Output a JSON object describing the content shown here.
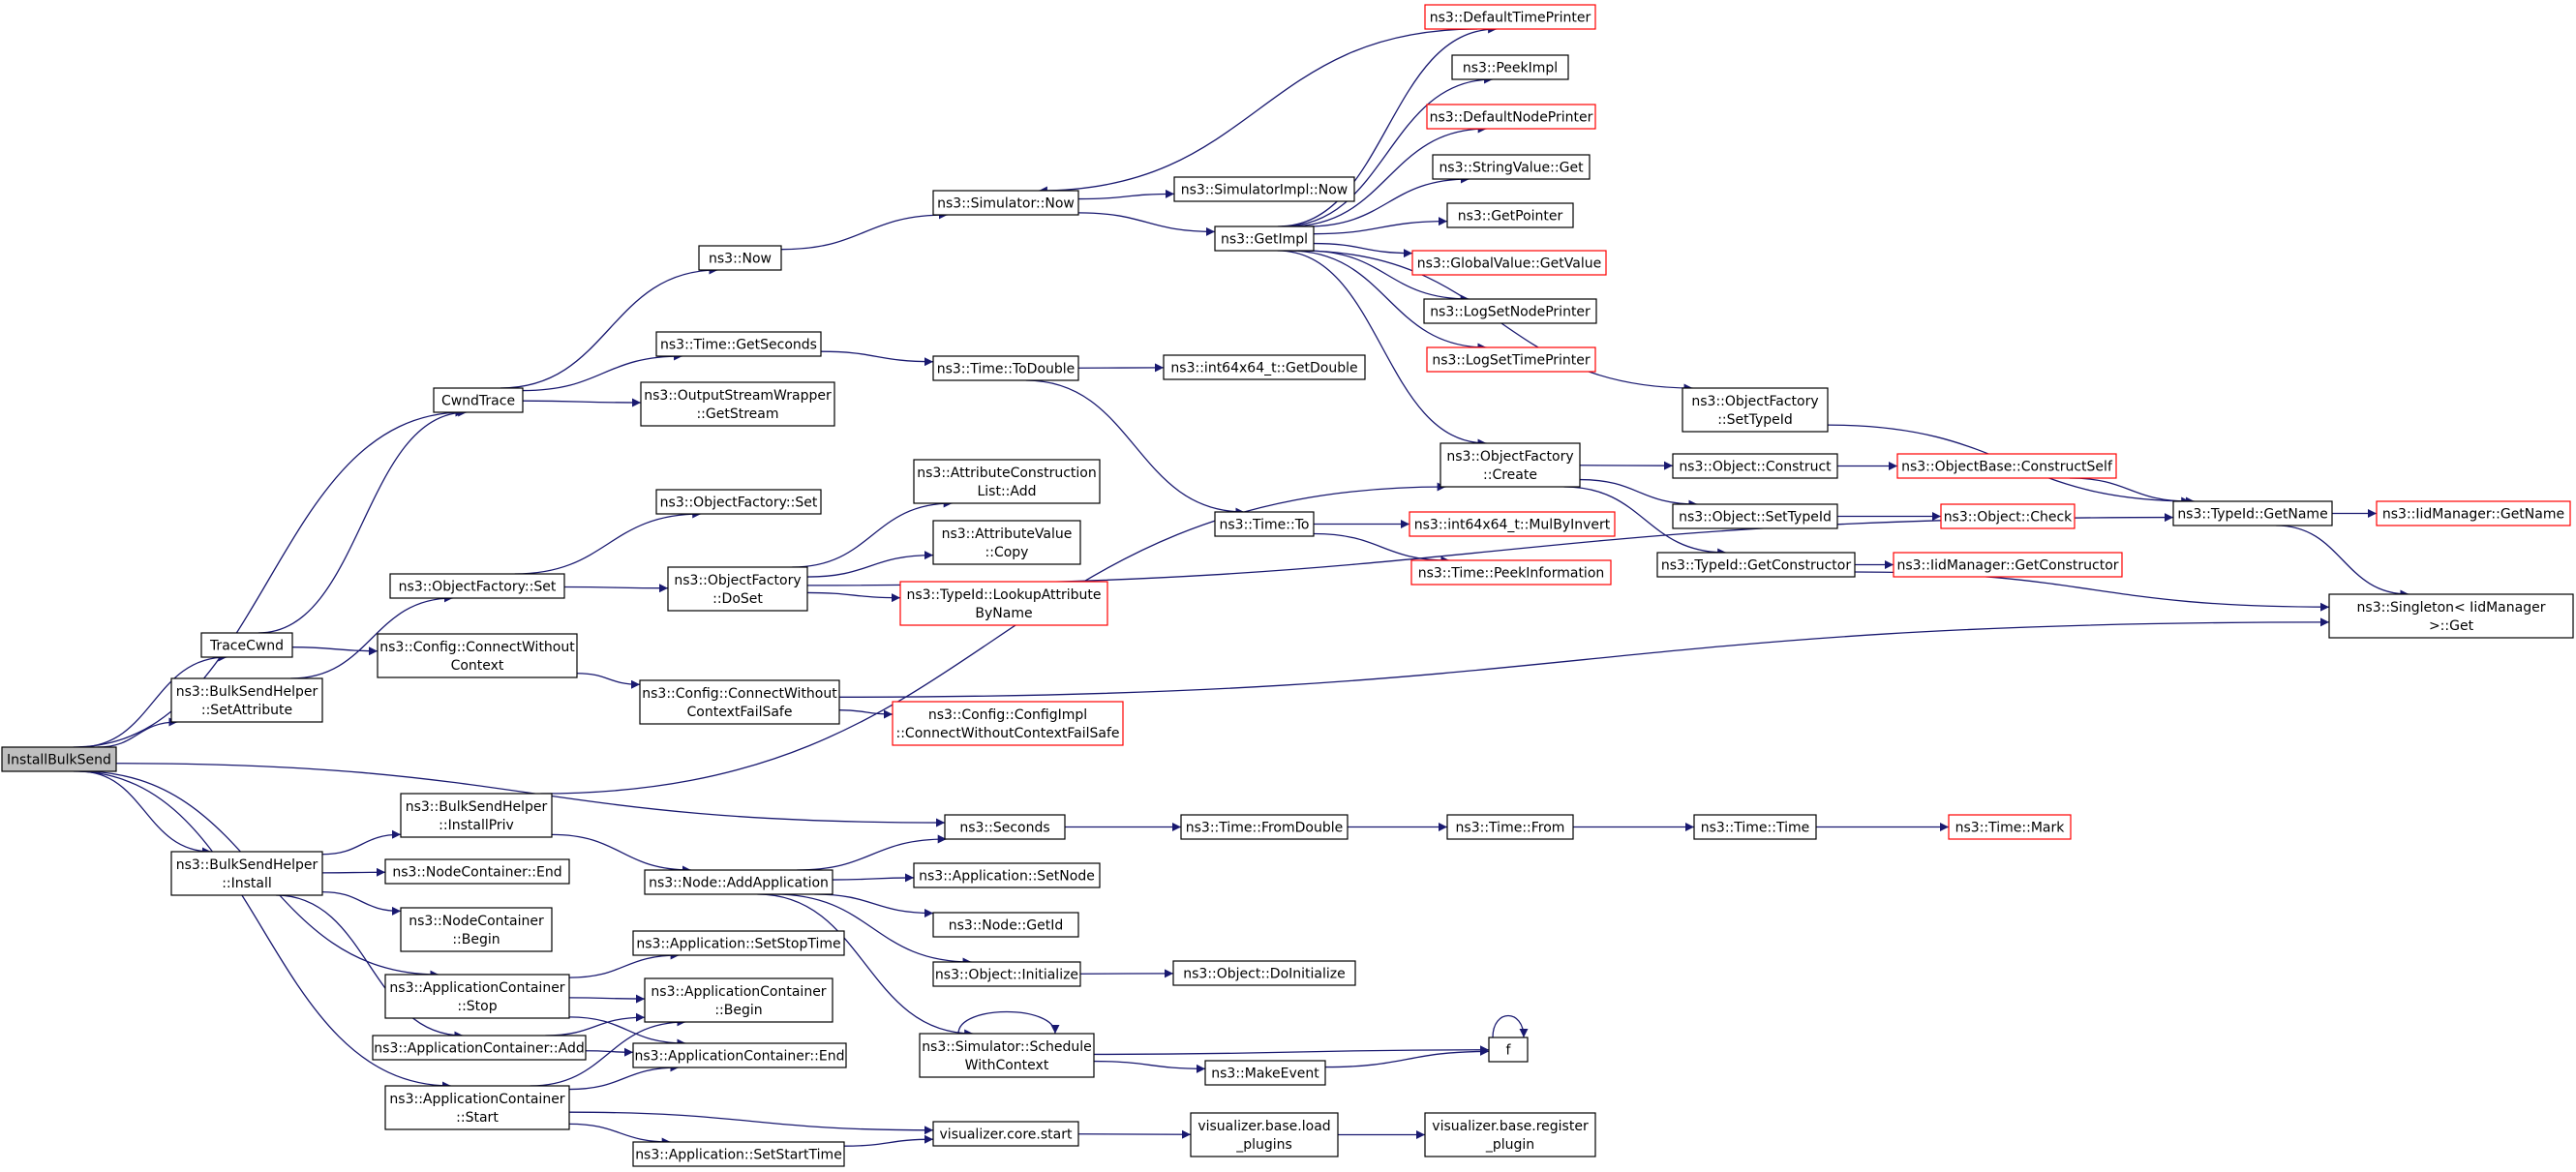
{
  "colors": {
    "edge": "#191970",
    "node_border": "#000000",
    "node_border_truncated": "#ff0000",
    "root_fill": "#bfbfbf",
    "node_fill": "#ffffff",
    "text": "#000000"
  },
  "nodes": [
    {
      "id": "installbulksend",
      "lines": [
        "InstallBulkSend"
      ],
      "style": "root"
    },
    {
      "id": "cwndtrace",
      "lines": [
        "CwndTrace"
      ]
    },
    {
      "id": "tracecwnd",
      "lines": [
        "TraceCwnd"
      ]
    },
    {
      "id": "bshelper-setattr",
      "lines": [
        "ns3::BulkSendHelper",
        "::SetAttribute"
      ]
    },
    {
      "id": "bshelper-install",
      "lines": [
        "ns3::BulkSendHelper",
        "::Install"
      ]
    },
    {
      "id": "appcont-stop",
      "lines": [
        "ns3::ApplicationContainer",
        "::Stop"
      ]
    },
    {
      "id": "appcont-add",
      "lines": [
        "ns3::ApplicationContainer::Add"
      ]
    },
    {
      "id": "appcont-start",
      "lines": [
        "ns3::ApplicationContainer",
        "::Start"
      ]
    },
    {
      "id": "ns3-now",
      "lines": [
        "ns3::Now"
      ]
    },
    {
      "id": "time-getseconds",
      "lines": [
        "ns3::Time::GetSeconds"
      ]
    },
    {
      "id": "osw-getstream",
      "lines": [
        "ns3::OutputStreamWrapper",
        "::GetStream"
      ]
    },
    {
      "id": "of-set-1",
      "lines": [
        "ns3::ObjectFactory::Set"
      ]
    },
    {
      "id": "of-set-2",
      "lines": [
        "ns3::ObjectFactory::Set"
      ]
    },
    {
      "id": "config-cwc",
      "lines": [
        "ns3::Config::ConnectWithout",
        "Context"
      ]
    },
    {
      "id": "bshelper-installpriv",
      "lines": [
        "ns3::BulkSendHelper",
        "::InstallPriv"
      ]
    },
    {
      "id": "nc-end",
      "lines": [
        "ns3::NodeContainer::End"
      ]
    },
    {
      "id": "nc-begin",
      "lines": [
        "ns3::NodeContainer",
        "::Begin"
      ]
    },
    {
      "id": "app-setstoptime",
      "lines": [
        "ns3::Application::SetStopTime"
      ]
    },
    {
      "id": "appcont-begin",
      "lines": [
        "ns3::ApplicationContainer",
        "::Begin"
      ]
    },
    {
      "id": "appcont-end",
      "lines": [
        "ns3::ApplicationContainer::End"
      ]
    },
    {
      "id": "app-setstarttime",
      "lines": [
        "ns3::Application::SetStartTime"
      ]
    },
    {
      "id": "sim-now",
      "lines": [
        "ns3::Simulator::Now"
      ]
    },
    {
      "id": "time-todouble",
      "lines": [
        "ns3::Time::ToDouble"
      ]
    },
    {
      "id": "of-doset",
      "lines": [
        "ns3::ObjectFactory",
        "::DoSet"
      ]
    },
    {
      "id": "config-cwcfs",
      "lines": [
        "ns3::Config::ConnectWithout",
        "ContextFailSafe"
      ]
    },
    {
      "id": "node-addapp",
      "lines": [
        "ns3::Node::AddApplication"
      ]
    },
    {
      "id": "ns3-seconds",
      "lines": [
        "ns3::Seconds"
      ]
    },
    {
      "id": "attrcons-add",
      "lines": [
        "ns3::AttributeConstruction",
        "List::Add"
      ]
    },
    {
      "id": "attrval-copy",
      "lines": [
        "ns3::AttributeValue",
        "::Copy"
      ]
    },
    {
      "id": "typeid-lookup",
      "lines": [
        "ns3::TypeId::LookupAttribute",
        "ByName"
      ],
      "style": "truncated"
    },
    {
      "id": "configimpl-cwcfs",
      "lines": [
        "ns3::Config::ConfigImpl",
        "::ConnectWithoutContextFailSafe"
      ],
      "style": "truncated"
    },
    {
      "id": "app-setnode",
      "lines": [
        "ns3::Application::SetNode"
      ]
    },
    {
      "id": "node-getid",
      "lines": [
        "ns3::Node::GetId"
      ]
    },
    {
      "id": "obj-initialize",
      "lines": [
        "ns3::Object::Initialize"
      ]
    },
    {
      "id": "sim-schedwc",
      "lines": [
        "ns3::Simulator::Schedule",
        "WithContext"
      ]
    },
    {
      "id": "vis-core-start",
      "lines": [
        "visualizer.core.start"
      ]
    },
    {
      "id": "simimpl-now",
      "lines": [
        "ns3::SimulatorImpl::Now"
      ]
    },
    {
      "id": "ns3-getimpl",
      "lines": [
        "ns3::GetImpl"
      ]
    },
    {
      "id": "int64-getdouble",
      "lines": [
        "ns3::int64x64_t::GetDouble"
      ]
    },
    {
      "id": "time-to",
      "lines": [
        "ns3::Time::To"
      ]
    },
    {
      "id": "time-fromdouble",
      "lines": [
        "ns3::Time::FromDouble"
      ]
    },
    {
      "id": "obj-doinitialize",
      "lines": [
        "ns3::Object::DoInitialize"
      ]
    },
    {
      "id": "ns3-makeevent",
      "lines": [
        "ns3::MakeEvent"
      ]
    },
    {
      "id": "vis-base-load",
      "lines": [
        "visualizer.base.load",
        "_plugins"
      ]
    },
    {
      "id": "defaulttimeprinter",
      "lines": [
        "ns3::DefaultTimePrinter"
      ],
      "style": "truncated"
    },
    {
      "id": "peekimpl",
      "lines": [
        "ns3::PeekImpl"
      ]
    },
    {
      "id": "defaultnodeprinter",
      "lines": [
        "ns3::DefaultNodePrinter"
      ],
      "style": "truncated"
    },
    {
      "id": "stringvalue-get",
      "lines": [
        "ns3::StringValue::Get"
      ]
    },
    {
      "id": "getpointer",
      "lines": [
        "ns3::GetPointer"
      ]
    },
    {
      "id": "globalvalue-getvalue",
      "lines": [
        "ns3::GlobalValue::GetValue"
      ],
      "style": "truncated"
    },
    {
      "id": "logsetnodeprinter",
      "lines": [
        "ns3::LogSetNodePrinter"
      ]
    },
    {
      "id": "logsettimeprinter",
      "lines": [
        "ns3::LogSetTimePrinter"
      ],
      "style": "truncated"
    },
    {
      "id": "of-settypeid",
      "lines": [
        "ns3::ObjectFactory",
        "::SetTypeId"
      ]
    },
    {
      "id": "of-create",
      "lines": [
        "ns3::ObjectFactory",
        "::Create"
      ]
    },
    {
      "id": "int64-mulbyinvert",
      "lines": [
        "ns3::int64x64_t::MulByInvert"
      ],
      "style": "truncated"
    },
    {
      "id": "time-peekinfo",
      "lines": [
        "ns3::Time::PeekInformation"
      ],
      "style": "truncated"
    },
    {
      "id": "time-from",
      "lines": [
        "ns3::Time::From"
      ]
    },
    {
      "id": "f",
      "lines": [
        "f"
      ]
    },
    {
      "id": "vis-base-register",
      "lines": [
        "visualizer.base.register",
        "_plugin"
      ]
    },
    {
      "id": "obj-construct",
      "lines": [
        "ns3::Object::Construct"
      ]
    },
    {
      "id": "obj-settypeid",
      "lines": [
        "ns3::Object::SetTypeId"
      ]
    },
    {
      "id": "typeid-getconstructor",
      "lines": [
        "ns3::TypeId::GetConstructor"
      ]
    },
    {
      "id": "time-time",
      "lines": [
        "ns3::Time::Time"
      ]
    },
    {
      "id": "objbase-constructself",
      "lines": [
        "ns3::ObjectBase::ConstructSelf"
      ],
      "style": "truncated"
    },
    {
      "id": "obj-check",
      "lines": [
        "ns3::Object::Check"
      ],
      "style": "truncated"
    },
    {
      "id": "iidmanager-getconstructor",
      "lines": [
        "ns3::IidManager::GetConstructor"
      ],
      "style": "truncated"
    },
    {
      "id": "time-mark",
      "lines": [
        "ns3::Time::Mark"
      ],
      "style": "truncated"
    },
    {
      "id": "typeid-getname",
      "lines": [
        "ns3::TypeId::GetName"
      ]
    },
    {
      "id": "singleton-get",
      "lines": [
        "ns3::Singleton< IidManager",
        " >::Get"
      ]
    },
    {
      "id": "iidmanager-getname",
      "lines": [
        "ns3::IidManager::GetName"
      ],
      "style": "truncated"
    }
  ],
  "edges": [
    [
      "installbulksend",
      "cwndtrace"
    ],
    [
      "installbulksend",
      "tracecwnd"
    ],
    [
      "installbulksend",
      "bshelper-setattr"
    ],
    [
      "installbulksend",
      "bshelper-install"
    ],
    [
      "installbulksend",
      "appcont-stop"
    ],
    [
      "installbulksend",
      "appcont-start"
    ],
    [
      "installbulksend",
      "ns3-seconds"
    ],
    [
      "tracecwnd",
      "cwndtrace"
    ],
    [
      "tracecwnd",
      "config-cwc"
    ],
    [
      "bshelper-setattr",
      "of-set-1"
    ],
    [
      "cwndtrace",
      "ns3-now"
    ],
    [
      "cwndtrace",
      "time-getseconds"
    ],
    [
      "cwndtrace",
      "osw-getstream"
    ],
    [
      "of-set-1",
      "of-set-2"
    ],
    [
      "of-set-1",
      "of-doset"
    ],
    [
      "config-cwc",
      "config-cwcfs"
    ],
    [
      "bshelper-install",
      "bshelper-installpriv"
    ],
    [
      "bshelper-install",
      "nc-end"
    ],
    [
      "bshelper-install",
      "nc-begin"
    ],
    [
      "bshelper-install",
      "appcont-add"
    ],
    [
      "bshelper-installpriv",
      "of-create"
    ],
    [
      "bshelper-installpriv",
      "node-addapp"
    ],
    [
      "appcont-stop",
      "app-setstoptime"
    ],
    [
      "appcont-stop",
      "appcont-begin"
    ],
    [
      "appcont-stop",
      "appcont-end"
    ],
    [
      "appcont-add",
      "appcont-begin"
    ],
    [
      "appcont-add",
      "appcont-end"
    ],
    [
      "appcont-start",
      "appcont-begin"
    ],
    [
      "appcont-start",
      "appcont-end"
    ],
    [
      "appcont-start",
      "app-setstarttime"
    ],
    [
      "appcont-start",
      "vis-core-start"
    ],
    [
      "app-setstarttime",
      "vis-core-start"
    ],
    [
      "ns3-now",
      "sim-now"
    ],
    [
      "time-getseconds",
      "time-todouble"
    ],
    [
      "of-doset",
      "attrcons-add"
    ],
    [
      "of-doset",
      "attrval-copy"
    ],
    [
      "of-doset",
      "typeid-lookup"
    ],
    [
      "of-doset",
      "typeid-getname"
    ],
    [
      "config-cwcfs",
      "configimpl-cwcfs"
    ],
    [
      "config-cwcfs",
      "singleton-get"
    ],
    [
      "node-addapp",
      "ns3-seconds"
    ],
    [
      "node-addapp",
      "app-setnode"
    ],
    [
      "node-addapp",
      "node-getid"
    ],
    [
      "node-addapp",
      "obj-initialize"
    ],
    [
      "node-addapp",
      "sim-schedwc"
    ],
    [
      "ns3-seconds",
      "time-fromdouble"
    ],
    [
      "sim-now",
      "simimpl-now"
    ],
    [
      "sim-now",
      "ns3-getimpl"
    ],
    [
      "time-todouble",
      "int64-getdouble"
    ],
    [
      "time-todouble",
      "time-to"
    ],
    [
      "obj-initialize",
      "obj-doinitialize"
    ],
    [
      "sim-schedwc",
      "sim-schedwc"
    ],
    [
      "sim-schedwc",
      "f"
    ],
    [
      "sim-schedwc",
      "ns3-makeevent"
    ],
    [
      "vis-core-start",
      "vis-base-load"
    ],
    [
      "ns3-getimpl",
      "defaulttimeprinter"
    ],
    [
      "ns3-getimpl",
      "peekimpl"
    ],
    [
      "ns3-getimpl",
      "defaultnodeprinter"
    ],
    [
      "ns3-getimpl",
      "stringvalue-get"
    ],
    [
      "ns3-getimpl",
      "getpointer"
    ],
    [
      "ns3-getimpl",
      "globalvalue-getvalue"
    ],
    [
      "ns3-getimpl",
      "logsetnodeprinter"
    ],
    [
      "ns3-getimpl",
      "logsettimeprinter"
    ],
    [
      "ns3-getimpl",
      "of-settypeid"
    ],
    [
      "ns3-getimpl",
      "of-create"
    ],
    [
      "defaulttimeprinter",
      "sim-now"
    ],
    [
      "time-to",
      "int64-mulbyinvert"
    ],
    [
      "time-to",
      "time-peekinfo"
    ],
    [
      "time-fromdouble",
      "time-from"
    ],
    [
      "ns3-makeevent",
      "f"
    ],
    [
      "f",
      "f"
    ],
    [
      "vis-base-load",
      "vis-base-register"
    ],
    [
      "of-settypeid",
      "typeid-getname"
    ],
    [
      "of-create",
      "obj-construct"
    ],
    [
      "of-create",
      "obj-settypeid"
    ],
    [
      "of-create",
      "typeid-getconstructor"
    ],
    [
      "time-from",
      "time-time"
    ],
    [
      "obj-construct",
      "objbase-constructself"
    ],
    [
      "obj-settypeid",
      "obj-check"
    ],
    [
      "typeid-getconstructor",
      "iidmanager-getconstructor"
    ],
    [
      "typeid-getconstructor",
      "singleton-get"
    ],
    [
      "time-time",
      "time-mark"
    ],
    [
      "objbase-constructself",
      "typeid-getname"
    ],
    [
      "typeid-getname",
      "iidmanager-getname"
    ],
    [
      "typeid-getname",
      "singleton-get"
    ]
  ]
}
